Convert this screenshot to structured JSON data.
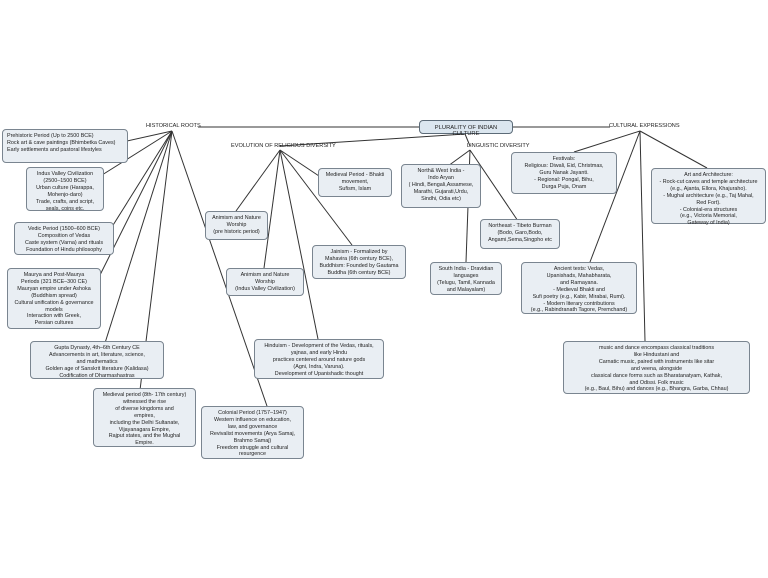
{
  "root": "PLURALITY OF INDIAN CULTURE",
  "branches": {
    "historical": "HISTORICAL ROOTS",
    "religious": "EVOLUTION OF RELIGIOUS DIVERSITY",
    "linguistic": "LINGUISTIC DIVERSITY",
    "cultural": "CULTURAL EXPRESSIONS"
  },
  "historical_nodes": [
    [
      "Prehistoric Period (Up to 2500 BCE)",
      "Rock art & cave paintings (Bhimbetka Caves)",
      "Early settlements and pastoral lifestyles"
    ],
    [
      "Indus Valley Civilization",
      "(2500–1500 BCE)",
      "Urban culture (Harappa,",
      "Mohenjo-daro)",
      "Trade, crafts, and script,",
      "seals, coins etc."
    ],
    [
      "Vedic Period (1500–600 BCE)",
      "Composition of Vedas",
      "Caste system (Varna) and rituals",
      "Foundation of Hindu philosophy"
    ],
    [
      "Maurya and Post-Maurya",
      "Periods (321 BCE–300 CE)",
      "Mauryan empire under Ashoka",
      "(Buddhism spread)",
      "Cultural unification & governance",
      "models",
      "Interaction with Greek,",
      "Persian cultures"
    ],
    [
      "Gupta Dynasty, 4th–6th Century CE",
      "Advancements in art, literature, science,",
      "and mathematics",
      "Golden age of Sanskrit literature (Kalidasa)",
      "Codification of Dharmashastras"
    ],
    [
      "Medieval period (8th- 17th century)",
      "witnessed the rise",
      "of diverse kingdoms and",
      "empires,",
      "including the Delhi Sultanate,",
      "Vijayanagara Empire,",
      "Rajput states, and the Mughal",
      "Empire."
    ],
    [
      "Colonial Period (1757–1947)",
      "Western influence on education,",
      "law, and governance",
      "Revivalist movements (Arya Samaj,",
      "Brahmo Samaj)",
      "Freedom struggle and cultural",
      "resurgence"
    ]
  ],
  "religious_nodes": [
    [
      "Animism and Nature",
      "Worship",
      "(pre historic period)"
    ],
    [
      "Animism and Nature",
      "Worship",
      "(Indus Valley Civilization)"
    ],
    [
      "Medieval Period - Bhakti",
      "movement,",
      "Sufism, Islam"
    ],
    [
      "Jainism - Formalized by",
      "Mahavira (6th century BCE),",
      "Buddhism: Founded by Gautama",
      "Buddha (6th century BCE)"
    ],
    [
      "Hinduism - Development of the Vedas, rituals,",
      "yajnas, and early Hindu",
      "practices centered around nature gods",
      "(Agni, Indra, Varuna).",
      "Development of Upanishadic thought"
    ]
  ],
  "linguistic_nodes": [
    [
      "North& West India -",
      "Indo Aryan",
      "( Hindi, Bengali,Assamese,",
      "Marathi, Gujarati,Urdu,",
      "Sindhi, Odia etc)"
    ],
    [
      "Northeast - Tibeto Burman",
      "(Bodo, Garo,Bodo,",
      "Angami,Sema,Singpho etc"
    ],
    [
      "South India - Dravidian",
      "languages",
      "(Telugu, Tamil, Kannada",
      "and Malayalam)"
    ]
  ],
  "cultural_nodes": [
    [
      "Festivals:",
      "Religious: Diwali, Eid, Christmas,",
      "Guru Nanak Jayanti.",
      "- Regional: Pongal, Bihu,",
      "Durga Puja, Onam"
    ],
    [
      "Art and Architecture:",
      "- Rock-cut caves and temple architecture",
      "(e.g., Ajanta, Ellora, Khajuraho).",
      "- Mughal architecture (e.g., Taj Mahal,",
      "Red Fort).",
      "- Colonial-era structures",
      "(e.g., Victoria Memorial,",
      "Gateway of India)"
    ],
    [
      "Ancient texts: Vedas,",
      "Upanishads, Mahabharata,",
      "and Ramayana.",
      "- Medieval Bhakti and",
      "Sufi poetry (e.g., Kabir, Mirabai, Rumi).",
      "- Modern literary contributions",
      "(e.g., Rabindranath Tagore, Premchand)"
    ],
    [
      "music and dance encompass classical traditions",
      "like Hindustani and",
      "Carnatic music, paired with instruments like sitar",
      "and veena, alongside",
      "classical dance forms such as Bharatanatyam, Kathak,",
      "and Odissi. Folk music",
      "(e.g., Baul, Bihu) and dances (e.g., Bhangra, Garba, Chhau)"
    ]
  ]
}
